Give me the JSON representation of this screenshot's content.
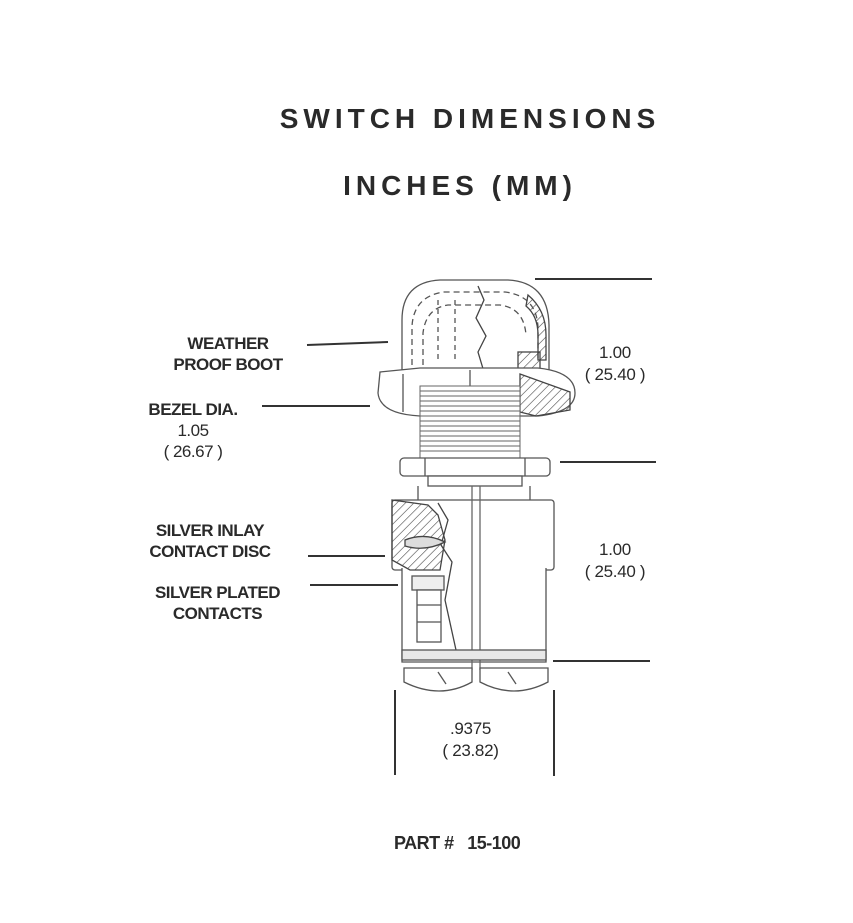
{
  "title": "SWITCH DIMENSIONS",
  "subtitle": "INCHES (MM)",
  "callouts": {
    "weather_boot": [
      "WEATHER",
      "PROOF BOOT"
    ],
    "bezel": [
      "BEZEL DIA.",
      "1.05",
      "( 26.67 )"
    ],
    "inlay": [
      "SILVER INLAY",
      "CONTACT DISC"
    ],
    "plated": [
      "SILVER PLATED",
      "CONTACTS"
    ]
  },
  "dimensions": {
    "upper_height": [
      "1.00",
      "( 25.40 )"
    ],
    "lower_height": [
      "1.00",
      "( 25.40 )"
    ],
    "body_width": [
      ".9375",
      "( 23.82)"
    ]
  },
  "part": {
    "label": "PART #",
    "number": "15-100"
  }
}
